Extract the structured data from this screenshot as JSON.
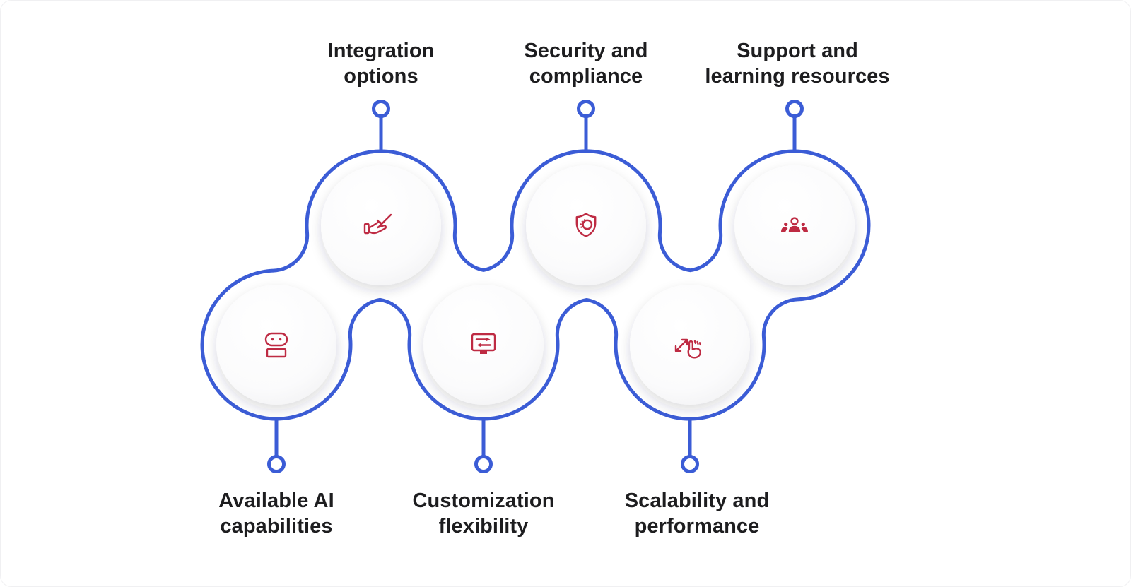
{
  "figure": {
    "type": "process-chain-infographic",
    "nodes": [
      {
        "label": "Available AI\ncapabilities",
        "icon": "robot-icon",
        "row": "bottom"
      },
      {
        "label": "Integration\noptions",
        "icon": "hand-check-icon",
        "row": "top"
      },
      {
        "label": "Customization\nflexibility",
        "icon": "monitor-sliders-icon",
        "row": "bottom"
      },
      {
        "label": "Security and\ncompliance",
        "icon": "shield-check-icon",
        "row": "top"
      },
      {
        "label": "Scalability and\nperformance",
        "icon": "tap-expand-icon",
        "row": "bottom"
      },
      {
        "label": "Support and\nlearning resources",
        "icon": "people-group-icon",
        "row": "top"
      }
    ],
    "colors": {
      "chain_blue": "#3B5CD6",
      "icon_red": "#BE2B43",
      "label_text": "#1D1D1F",
      "disc_fill": "#F7F7F8",
      "background": "#FFFFFF"
    }
  }
}
